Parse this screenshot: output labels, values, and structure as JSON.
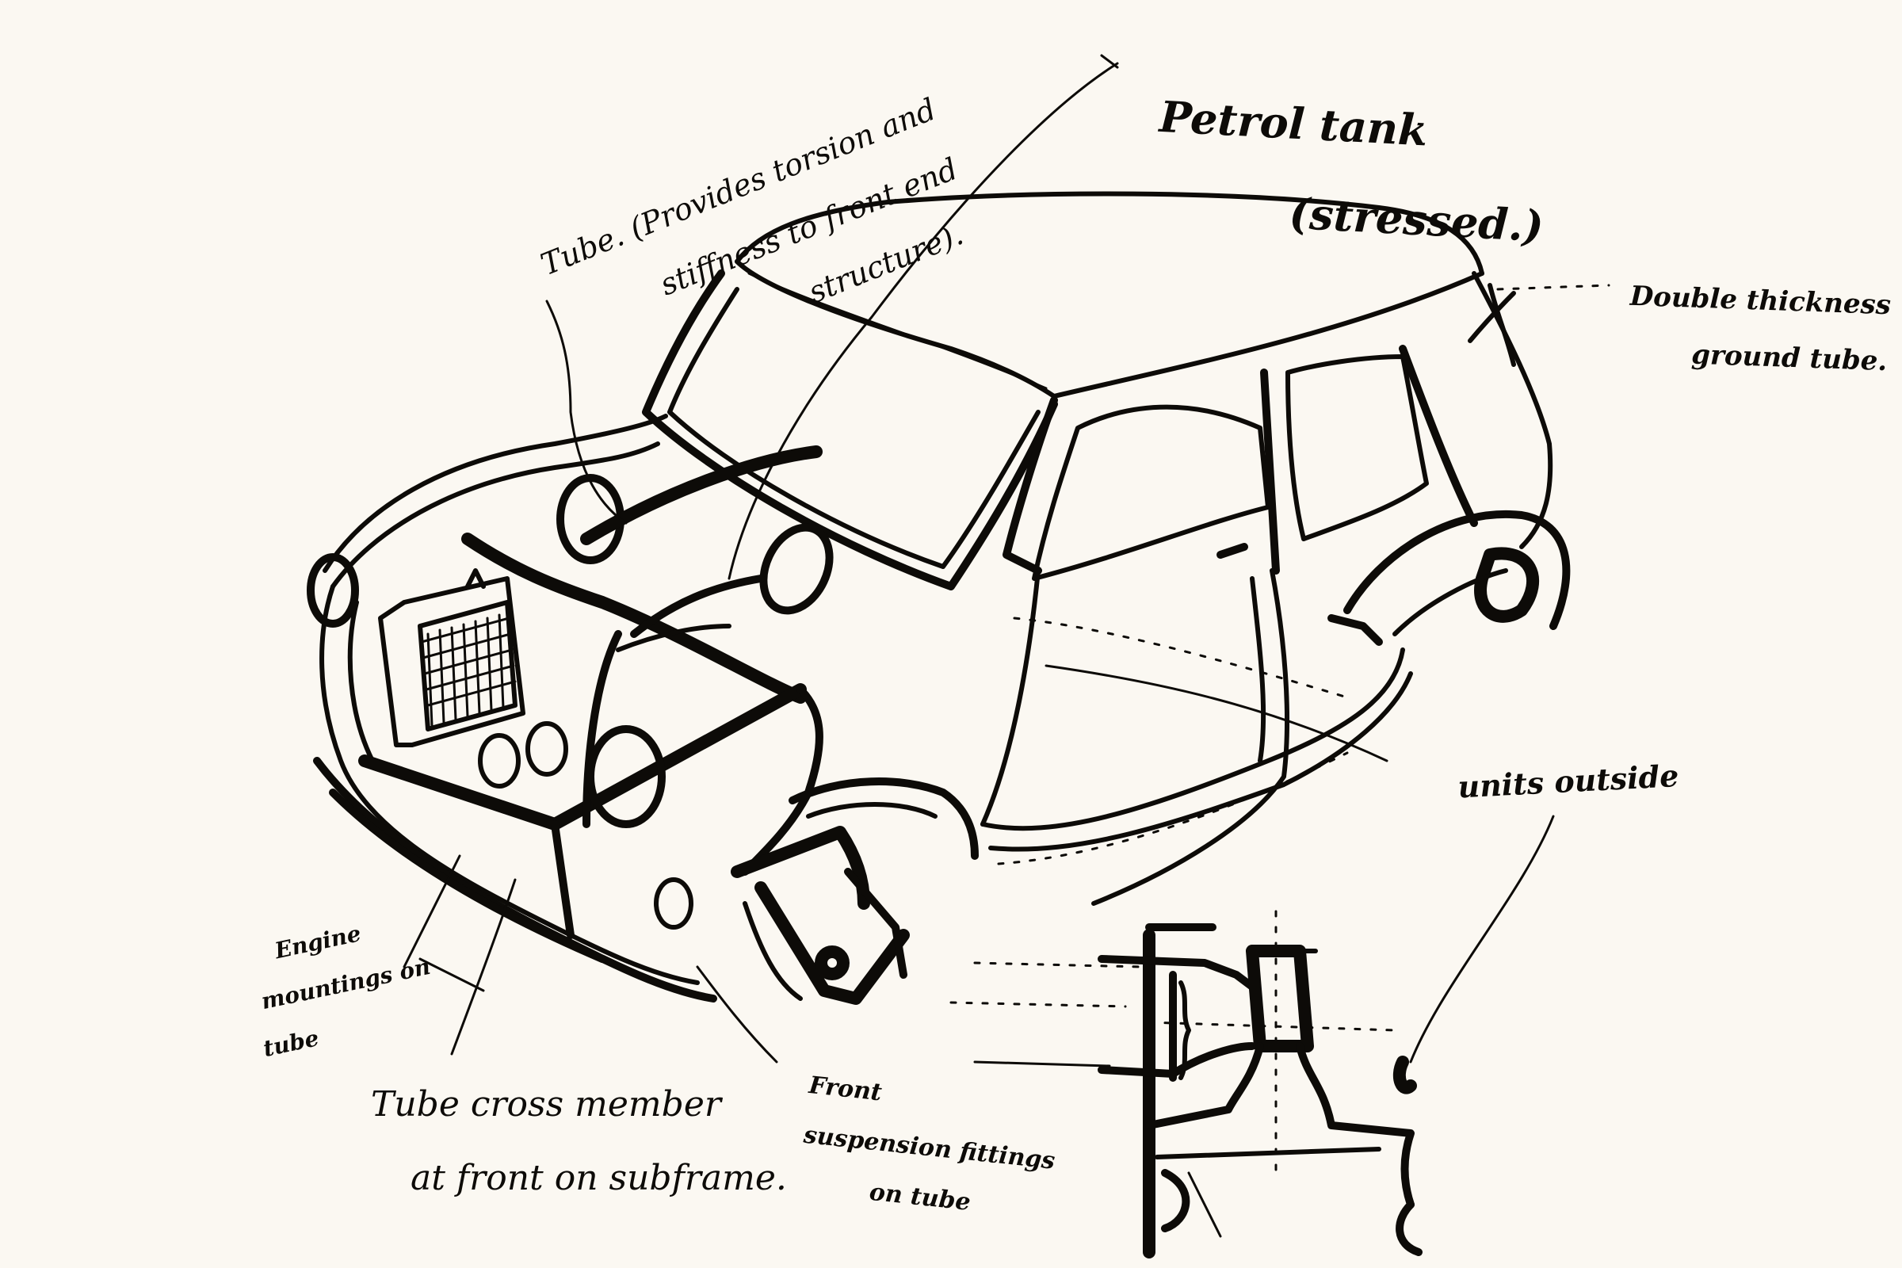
{
  "drawing": {
    "subject": "Car body shell sketch with subframe detail",
    "background": "#fbf8f2",
    "ink": "#0d0b08"
  },
  "annotations": [
    {
      "id": "tube-note",
      "line1": "Tube. (Provides torsion and",
      "line2": "stiffness to front end",
      "line3": "structure)."
    },
    {
      "id": "petrol-tank",
      "line1": "Petrol tank",
      "line2": "(stressed.)"
    },
    {
      "id": "double-thickness",
      "line1": "Double thickness",
      "line2": "ground tube."
    },
    {
      "id": "units-outside",
      "line1": "units outside"
    },
    {
      "id": "engine-mounting",
      "line1": "Engine",
      "line2": "mountings on",
      "line3": "tube"
    },
    {
      "id": "tube-cross-member",
      "line1": "Tube cross member",
      "line2": "at front on subframe."
    },
    {
      "id": "front-suspension",
      "line1": "Front",
      "line2": "suspension fittings",
      "line3": "on tube"
    }
  ]
}
